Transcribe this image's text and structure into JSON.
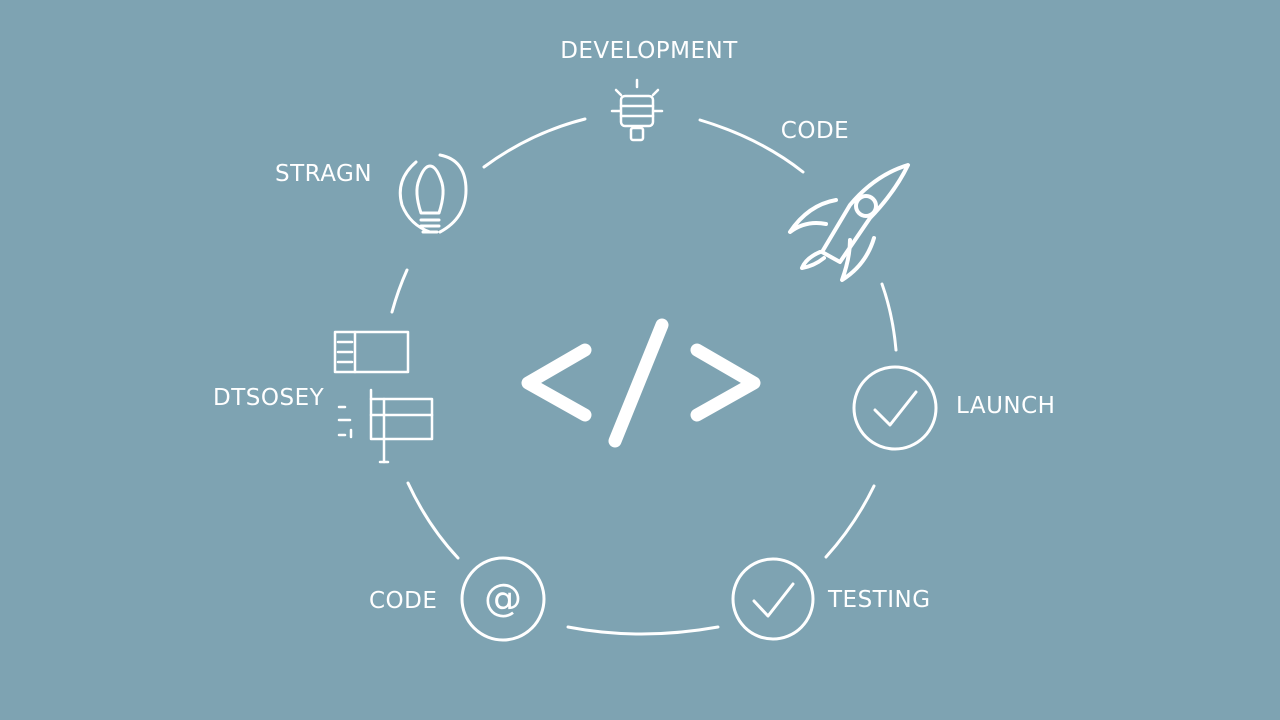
{
  "colors": {
    "background": "#7ea3b2",
    "foreground": "#ffffff"
  },
  "center_symbol": "</>",
  "labels": {
    "development": "DEVELOPMENT",
    "code_top": "CODE",
    "strategy": "STRAGN",
    "design": "DTSOSEY",
    "launch": "LAUNCH",
    "code_bottom": "CODE",
    "testing": "TESTING"
  },
  "icons": {
    "development": "lamp-icon",
    "code_top": "rocket-icon",
    "strategy": "lightbulb-icon",
    "design": "wireframe-icon",
    "launch": "checkmark-circle-icon",
    "code_bottom": "at-sign-icon",
    "testing": "checkmark-circle-icon"
  }
}
